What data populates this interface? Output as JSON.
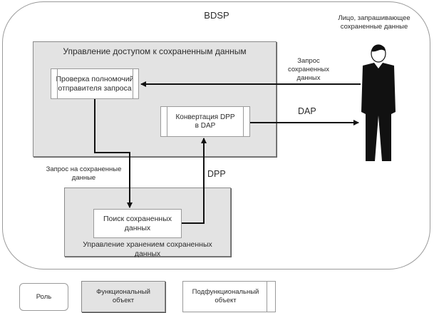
{
  "diagram": {
    "system_title": "BDSP",
    "actor": {
      "label_line1": "Лицо, запрашивающее",
      "label_line2": "сохраненные данные",
      "icon": "person-icon"
    },
    "access_control": {
      "title": "Управление доступом к сохраненным данным",
      "verify_box": {
        "line1": "Проверка полномочий",
        "line2": "отправителя запроса"
      },
      "convert_box": {
        "line1": "Конвертация DPP",
        "line2": "в DAP"
      }
    },
    "storage_control": {
      "title_line1": "Управление хранением сохраненных",
      "title_line2": "данных",
      "search_box": {
        "line1": "Поиск сохраненных",
        "line2": "данных"
      }
    },
    "flows": {
      "request_from_actor": {
        "line1": "Запрос",
        "line2": "сохраненных",
        "line3": "данных"
      },
      "dap_to_actor": "DAP",
      "request_to_storage": {
        "line1": "Запрос на сохраненные",
        "line2": "данные"
      },
      "dpp_to_converter": "DPP"
    },
    "colors": {
      "functional_fill": "#e3e3e3",
      "line": "#111111",
      "border": "#9a9a9a"
    }
  },
  "legend": {
    "role": "Роль",
    "functional_line1": "Функциональный",
    "functional_line2": "объект",
    "subfunctional_line1": "Подфункциональный",
    "subfunctional_line2": "объект"
  }
}
